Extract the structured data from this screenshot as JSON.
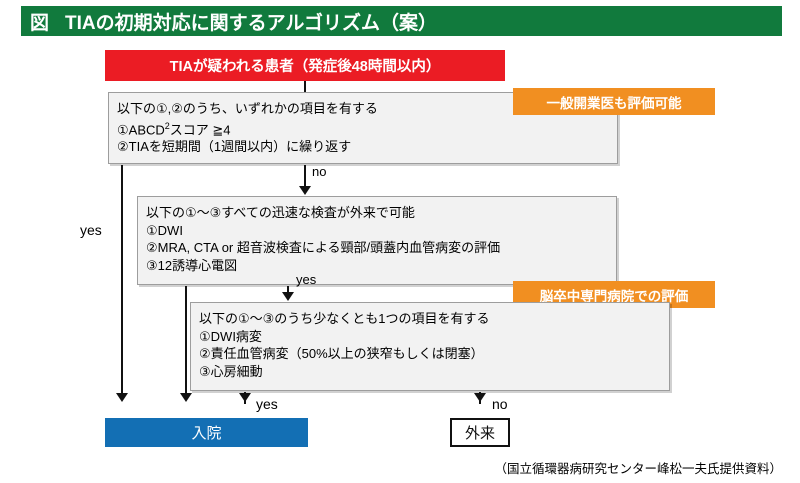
{
  "title_bar": {
    "figure_marker": "図",
    "title": "TIAの初期対応に関するアルゴリズム（案）",
    "color": "#117A3D"
  },
  "colors": {
    "title_green": "#117A3D",
    "start_red": "#EB1C24",
    "badge_orange": "#F18F21",
    "admit_blue": "#136FB4",
    "box_gray_fill": "#F2F2F2",
    "box_gray_border": "#9D9D9D"
  },
  "nodes": {
    "start": {
      "label": "TIAが疑われる患者（発症後48時間以内）",
      "type": "start",
      "color": "#EB1C24"
    },
    "criteria1": {
      "type": "decision",
      "lines": [
        "以下の①,②のうち、いずれかの項目を有する",
        "①ABCD2スコア ≧4",
        "②TIAを短期間（1週間以内）に繰り返す"
      ],
      "line2_prefix": "①ABCD",
      "line2_sup": "2",
      "line2_suffix": "スコア ≧4"
    },
    "criteria2": {
      "type": "decision",
      "lines": [
        "以下の①〜③すべての迅速な検査が外来で可能",
        "①DWI",
        "②MRA, CTA or 超音波検査による頸部/頭蓋内血管病変の評価",
        "③12誘導心電図"
      ]
    },
    "criteria3": {
      "type": "decision",
      "lines": [
        "以下の①〜③のうち少なくとも1つの項目を有する",
        "①DWI病変",
        "②責任血管病変（50%以上の狭窄もしくは閉塞）",
        "③心房細動"
      ]
    },
    "admit": {
      "label": "入院",
      "type": "terminal",
      "color": "#136FB4"
    },
    "outpatient": {
      "label": "外来",
      "type": "terminal",
      "color": "#FFFFFF"
    }
  },
  "badges": [
    {
      "label": "一般開業医も評価可能",
      "color": "#F18F21"
    },
    {
      "label": "脳卒中専門病院での評価",
      "color": "#F18F21"
    }
  ],
  "edges": {
    "criteria1_yes": "yes",
    "criteria1_no": "no",
    "criteria2_yes": "yes",
    "criteria3_yes": "yes",
    "criteria3_no": "no"
  },
  "credit": "（国立循環器病研究センター峰松一夫氏提供資料）"
}
